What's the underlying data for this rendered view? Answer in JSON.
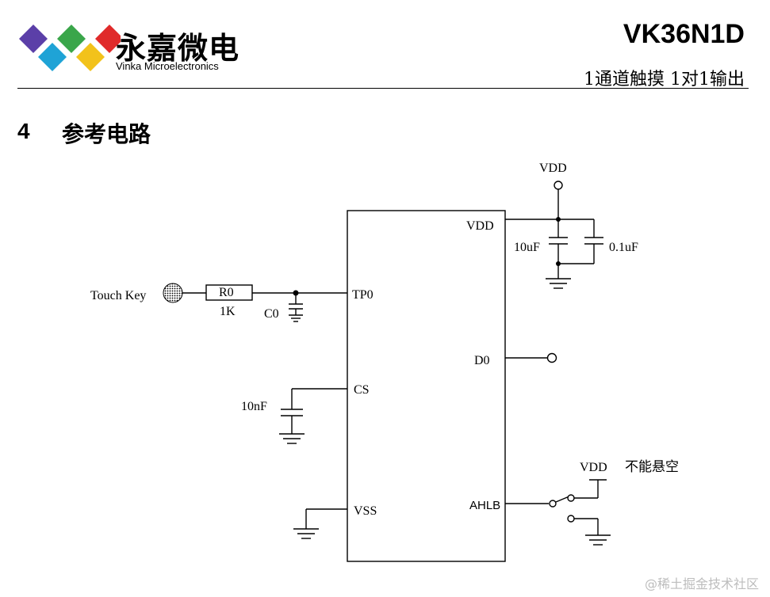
{
  "header": {
    "company_cn": "永嘉微电",
    "company_en": "Vinka Microelectronics",
    "part_number": "VK36N1D",
    "subtitle": "1通道触摸 1对1输出"
  },
  "section": {
    "number": "4",
    "title": "参考电路"
  },
  "circuit": {
    "touch_key": "Touch Key",
    "r0": "R0",
    "r0_value": "1K",
    "c0": "C0",
    "pin_tp0": "TP0",
    "pin_cs": "CS",
    "cs_cap": "10nF",
    "pin_vss": "VSS",
    "pin_vdd": "VDD",
    "vdd_top": "VDD",
    "cap_10uf": "10uF",
    "cap_01uf": "0.1uF",
    "pin_d0": "D0",
    "pin_ahlb": "AHLB",
    "ahlb_vdd": "VDD",
    "ahlb_note": "不能悬空"
  },
  "colors": {
    "logo_purple": "#5b3fa8",
    "logo_green": "#3aa64a",
    "logo_red": "#e02a2a",
    "logo_cyan": "#1fa3d6",
    "logo_yellow": "#f2c21b"
  },
  "watermark": "@稀土掘金技术社区"
}
